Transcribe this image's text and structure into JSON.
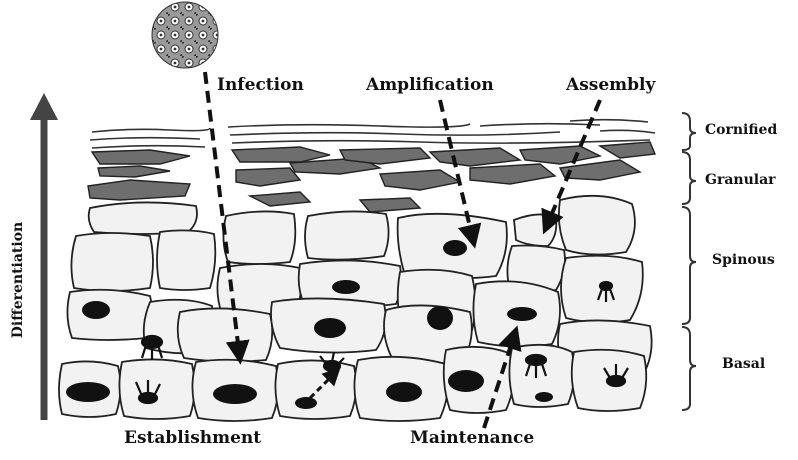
{
  "labels": {
    "infection": "Infection",
    "amplification": "Amplification",
    "assembly": "Assembly",
    "establishment": "Establishment",
    "maintenance": "Maintenance",
    "differentiation": "Differentiation"
  },
  "layers": {
    "cornified": "Cornified",
    "granular": "Granular",
    "spinous": "Spinous",
    "basal": "Basal"
  },
  "colors": {
    "cell_fill": "#f2f2f2",
    "granular_fill": "#6e6e6e",
    "outline": "#222222",
    "nucleus": "#111111"
  }
}
